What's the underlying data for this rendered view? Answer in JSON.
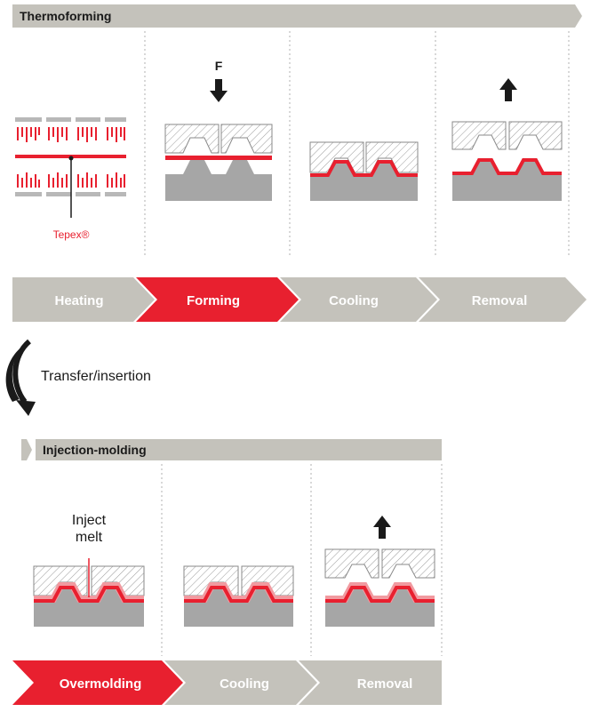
{
  "thermoforming": {
    "title": "Thermoforming",
    "force_label": "F",
    "material_label": "Tepex®",
    "steps": [
      "Heating",
      "Forming",
      "Cooling",
      "Removal"
    ]
  },
  "transfer": {
    "label": "Transfer/insertion"
  },
  "injection": {
    "title": "Injection-molding",
    "inject_label_line1": "Inject",
    "inject_label_line2": "melt",
    "steps": [
      "Overmolding",
      "Cooling",
      "Removal"
    ]
  },
  "colors": {
    "accent_red": "#e8202f",
    "step_gray": "#c4c2bb",
    "mold_gray": "#a6a6a6",
    "dark": "#1a1a1a",
    "white": "#ffffff"
  }
}
